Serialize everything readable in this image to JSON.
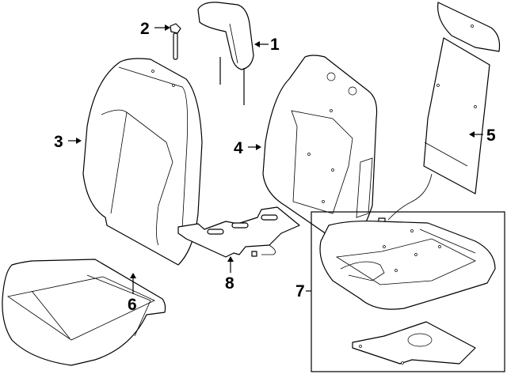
{
  "diagram": {
    "callouts": [
      {
        "number": "1",
        "part": "headrest"
      },
      {
        "number": "2",
        "part": "headrest-guide"
      },
      {
        "number": "3",
        "part": "seat-back-cover"
      },
      {
        "number": "4",
        "part": "seat-back-pad"
      },
      {
        "number": "5",
        "part": "seat-back-panel-heater"
      },
      {
        "number": "6",
        "part": "seat-cushion-cover"
      },
      {
        "number": "7",
        "part": "seat-cushion-pad-assembly"
      },
      {
        "number": "8",
        "part": "cushion-heater-element"
      }
    ]
  }
}
